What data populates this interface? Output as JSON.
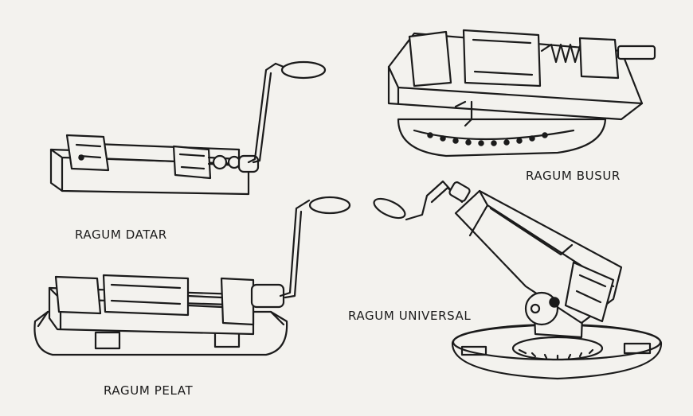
{
  "figure": {
    "labels": {
      "ragum_datar": "RAGUM DATAR",
      "ragum_pelat": "RAGUM PELAT",
      "ragum_busur": "RAGUM BUSUR",
      "ragum_universal": "RAGUM UNIVERSAL"
    }
  }
}
